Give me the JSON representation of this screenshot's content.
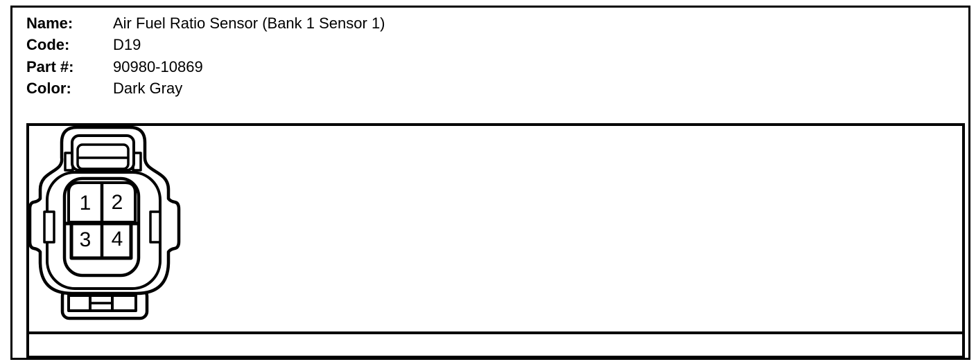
{
  "header": {
    "fields": [
      {
        "label": "Name:",
        "value": "Air Fuel Ratio Sensor (Bank 1 Sensor 1)"
      },
      {
        "label": "Code:",
        "value": "D19"
      },
      {
        "label": "Part #:",
        "value": "90980-10869"
      },
      {
        "label": "Color:",
        "value": "Dark Gray"
      }
    ]
  },
  "connector": {
    "type": "4-pin connector, front view line drawing",
    "pins": [
      "1",
      "2",
      "3",
      "4"
    ]
  },
  "colors": {
    "line": "#000000",
    "background": "#ffffff"
  }
}
